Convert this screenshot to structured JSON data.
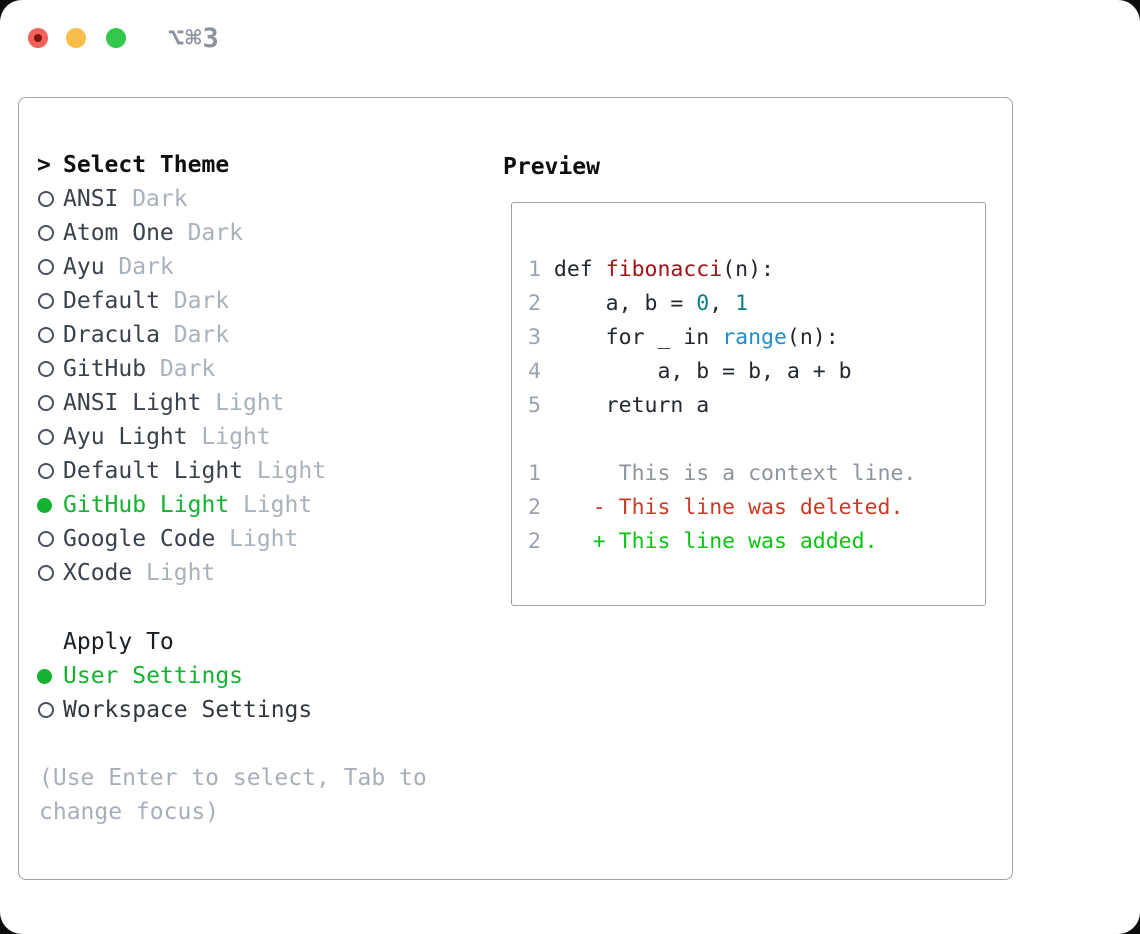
{
  "window": {
    "shortcut_label": "⌥⌘3",
    "traffic_lights": [
      "close",
      "minimize",
      "zoom"
    ]
  },
  "select_theme": {
    "prompt": ">",
    "title": "Select Theme",
    "themes": [
      {
        "name": "ANSI",
        "tag": "Dark",
        "selected": false
      },
      {
        "name": "Atom One",
        "tag": "Dark",
        "selected": false
      },
      {
        "name": "Ayu",
        "tag": "Dark",
        "selected": false
      },
      {
        "name": "Default",
        "tag": "Dark",
        "selected": false
      },
      {
        "name": "Dracula",
        "tag": "Dark",
        "selected": false
      },
      {
        "name": "GitHub",
        "tag": "Dark",
        "selected": false
      },
      {
        "name": "ANSI Light",
        "tag": "Light",
        "selected": false
      },
      {
        "name": "Ayu Light",
        "tag": "Light",
        "selected": false
      },
      {
        "name": "Default Light",
        "tag": "Light",
        "selected": false
      },
      {
        "name": "GitHub Light",
        "tag": "Light",
        "selected": true
      },
      {
        "name": "Google Code",
        "tag": "Light",
        "selected": false
      },
      {
        "name": "XCode",
        "tag": "Light",
        "selected": false
      }
    ]
  },
  "apply_to": {
    "title": "Apply To",
    "options": [
      {
        "label": "User Settings",
        "selected": true
      },
      {
        "label": "Workspace Settings",
        "selected": false
      }
    ]
  },
  "help_lines": [
    "(Use Enter to select, Tab to",
    "change focus)"
  ],
  "preview": {
    "title": "Preview",
    "code_lines": [
      {
        "num": "1",
        "segments": [
          {
            "t": "def ",
            "c": "code"
          },
          {
            "t": "fibonacci",
            "c": "func"
          },
          {
            "t": "(n):",
            "c": "code"
          }
        ]
      },
      {
        "num": "2",
        "segments": [
          {
            "t": "    a, b = ",
            "c": "code"
          },
          {
            "t": "0",
            "c": "number"
          },
          {
            "t": ", ",
            "c": "code"
          },
          {
            "t": "1",
            "c": "number"
          }
        ]
      },
      {
        "num": "3",
        "segments": [
          {
            "t": "    for _ in ",
            "c": "code"
          },
          {
            "t": "range",
            "c": "builtin"
          },
          {
            "t": "(n):",
            "c": "code"
          }
        ]
      },
      {
        "num": "4",
        "segments": [
          {
            "t": "        a, b = b, a + b",
            "c": "code"
          }
        ]
      },
      {
        "num": "5",
        "segments": [
          {
            "t": "    return a",
            "c": "code"
          }
        ]
      },
      {
        "num": "",
        "segments": []
      },
      {
        "num": "1",
        "segments": [
          {
            "t": "     This is a context line.",
            "c": "context"
          }
        ]
      },
      {
        "num": "2",
        "segments": [
          {
            "t": "   - This line was deleted.",
            "c": "deleted"
          }
        ]
      },
      {
        "num": "2",
        "segments": [
          {
            "t": "   + This line was added.",
            "c": "added"
          }
        ]
      }
    ]
  },
  "colors": {
    "selection_green": "#13b231",
    "added_green": "#0bc413",
    "deleted_red": "#cb3a23",
    "function_red": "#a31212",
    "number_teal": "#0d7e83",
    "builtin_blue": "#1f8ecb",
    "tag_gray": "#a9b1bb",
    "line_number_gray": "#9aa3ad",
    "context_gray": "#8f959c",
    "border_gray": "#9aa2ac",
    "traffic_red": "#f1625a",
    "traffic_yellow": "#f8bd4a",
    "traffic_green": "#33c74c"
  }
}
